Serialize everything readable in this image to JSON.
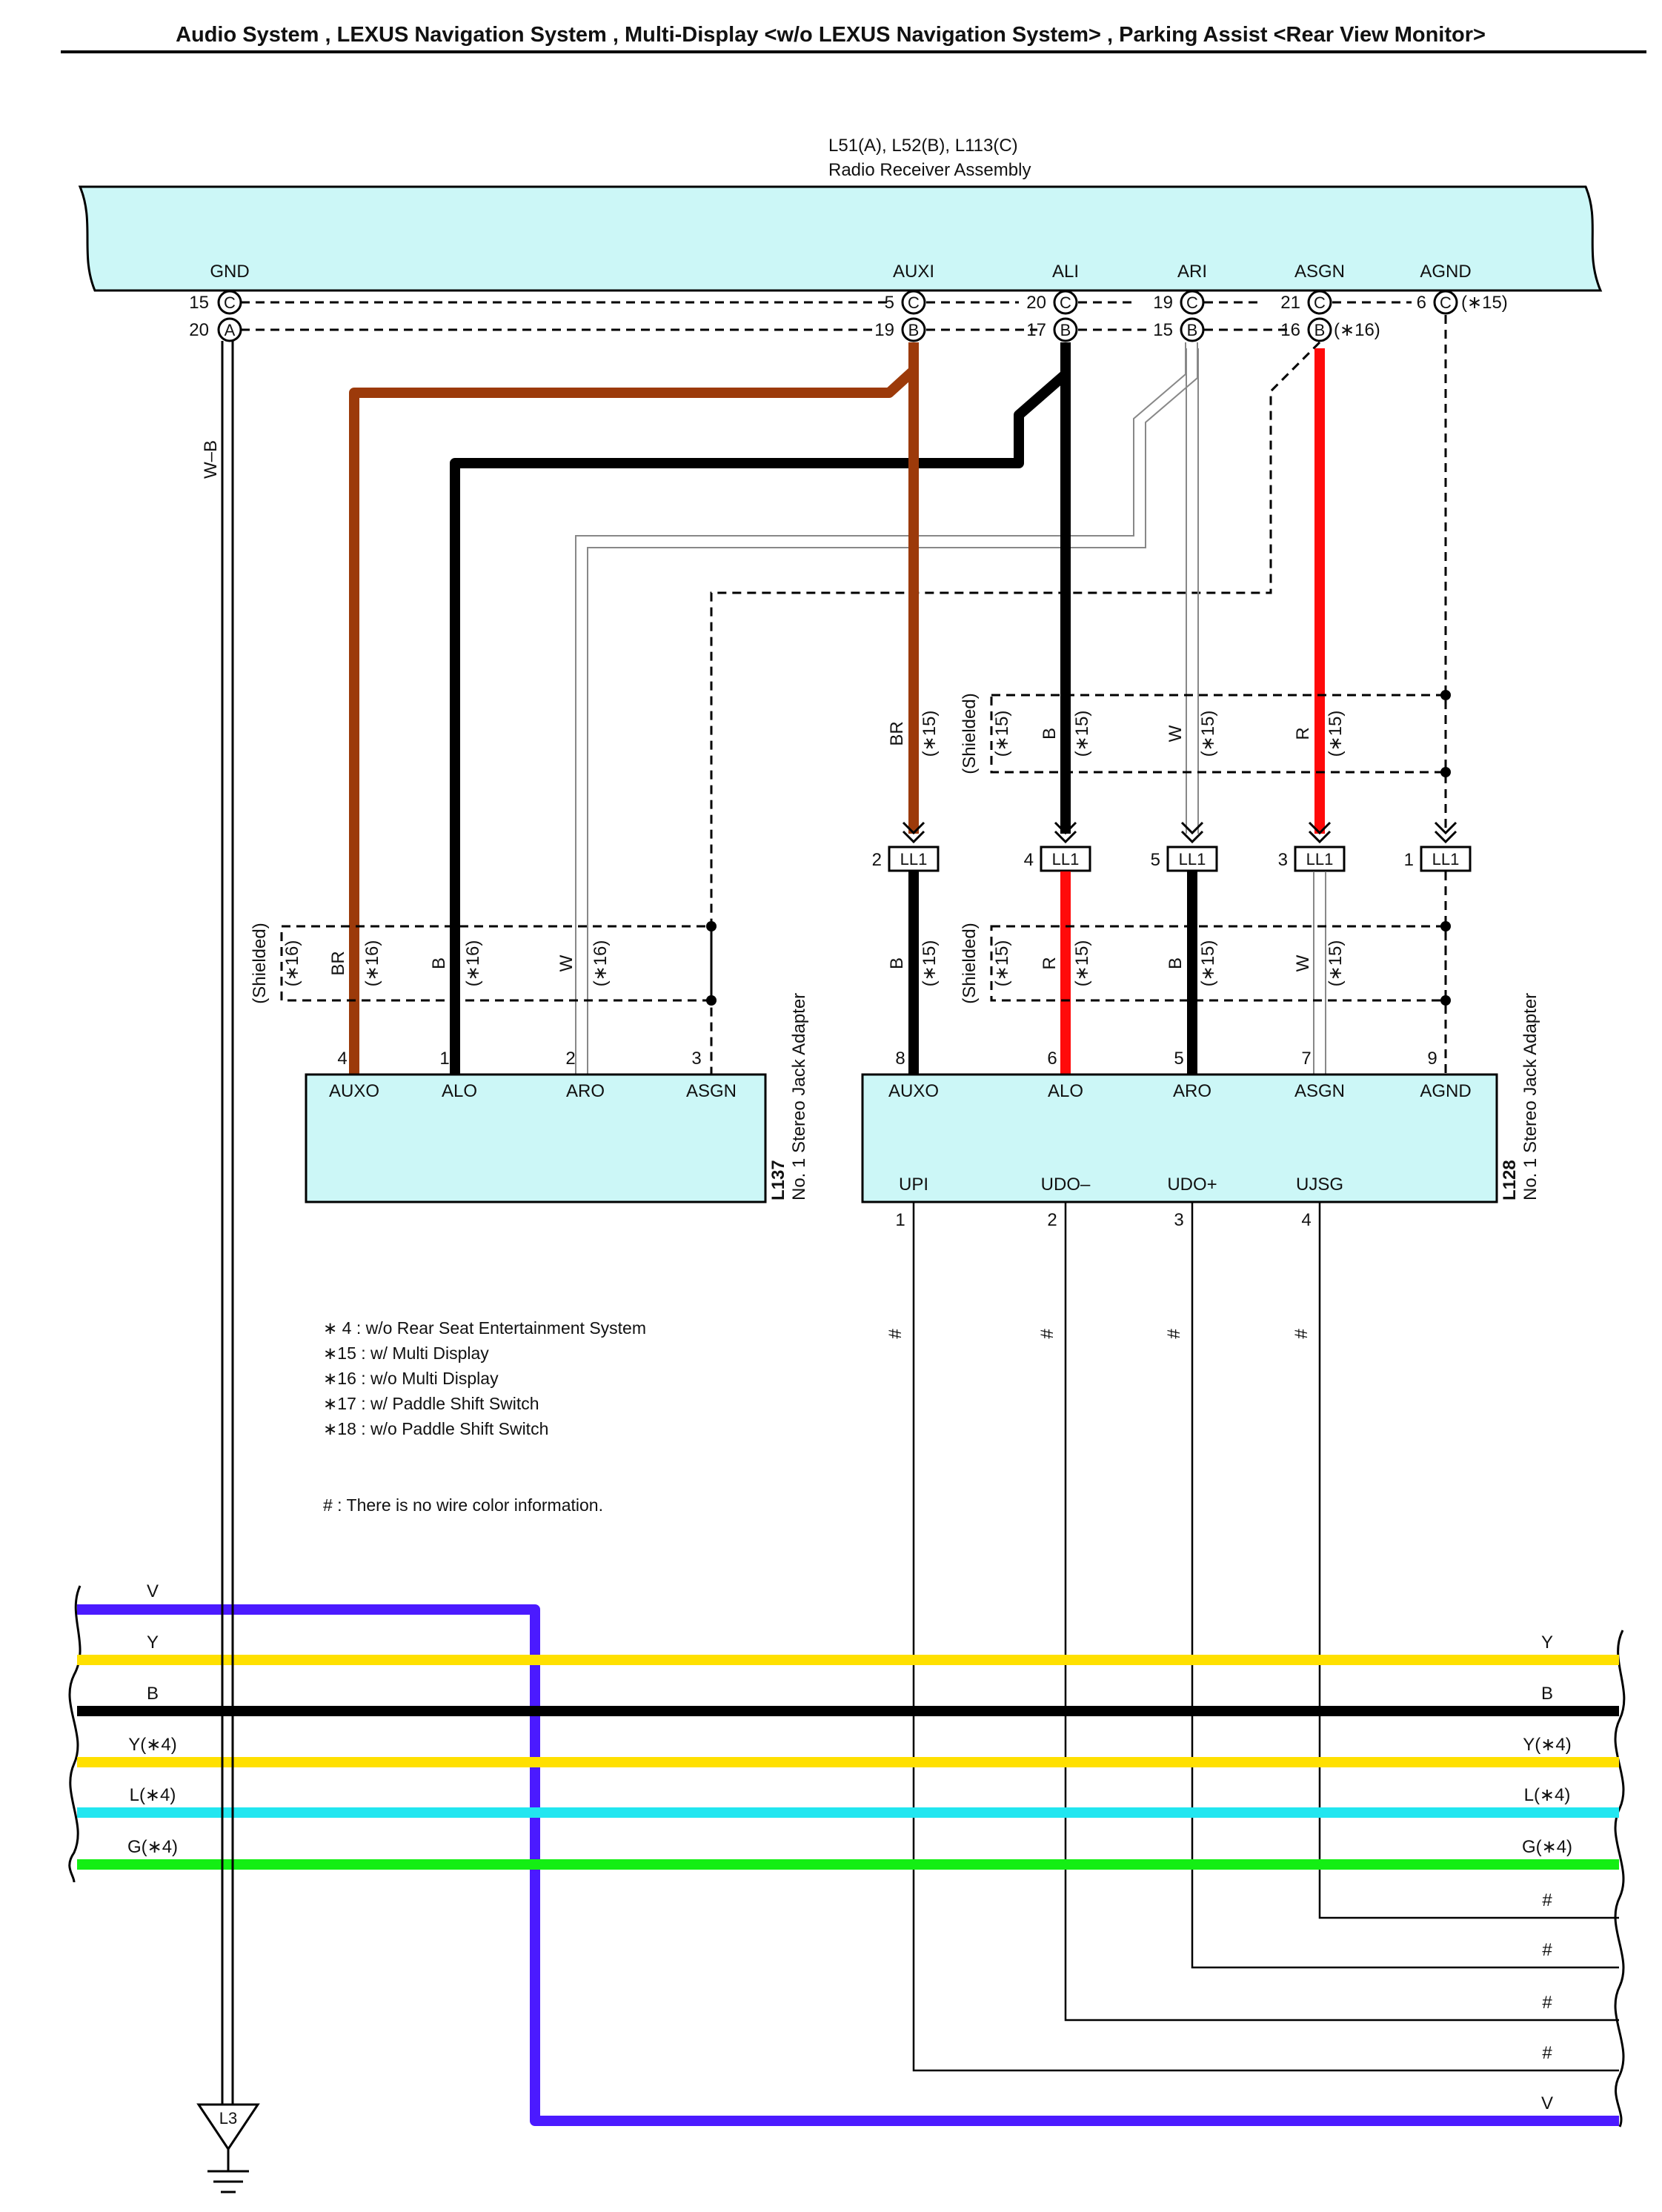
{
  "header": {
    "title": "Audio System , LEXUS Navigation System , Multi-Display <w/o LEXUS Navigation System> , Parking Assist <Rear View Monitor>"
  },
  "radio": {
    "code": "L51(A), L52(B), L113(C)",
    "name": "Radio Receiver Assembly",
    "terminals": [
      {
        "name": "GND",
        "pins": [
          {
            "no": "15",
            "conn": "C"
          },
          {
            "no": "20",
            "conn": "A"
          }
        ]
      },
      {
        "name": "AUXI",
        "pins": [
          {
            "no": "5",
            "conn": "C"
          },
          {
            "no": "19",
            "conn": "B"
          }
        ]
      },
      {
        "name": "ALI",
        "pins": [
          {
            "no": "20",
            "conn": "C"
          },
          {
            "no": "17",
            "conn": "B"
          }
        ]
      },
      {
        "name": "ARI",
        "pins": [
          {
            "no": "19",
            "conn": "C"
          },
          {
            "no": "15",
            "conn": "B"
          }
        ]
      },
      {
        "name": "ASGN",
        "pins": [
          {
            "no": "21",
            "conn": "C"
          },
          {
            "no": "16",
            "conn": "B",
            "note": "(∗16)"
          }
        ]
      },
      {
        "name": "AGND",
        "pins": [
          {
            "no": "6",
            "conn": "C",
            "note": "(∗15)"
          }
        ]
      }
    ]
  },
  "gnd_wire": "W–B",
  "junction": {
    "name": "LL1",
    "pins": [
      "2",
      "4",
      "5",
      "3",
      "1"
    ],
    "upper_wires": [
      {
        "color": "BR",
        "note": "(∗15)"
      },
      {
        "color": "B",
        "note": "(∗15)"
      },
      {
        "color": "W",
        "note": "(∗15)"
      },
      {
        "color": "R",
        "note": "(∗15)"
      }
    ],
    "upper_shield": {
      "label": "(Shielded)",
      "note": "(∗15)"
    },
    "lower_wires": [
      {
        "color": "B",
        "note": "(∗15)"
      },
      {
        "color": "R",
        "note": "(∗15)"
      },
      {
        "color": "B",
        "note": "(∗15)"
      },
      {
        "color": "W",
        "note": "(∗15)"
      }
    ],
    "lower_shield": {
      "label": "(Shielded)",
      "note": "(∗15)"
    }
  },
  "l137": {
    "code": "L137",
    "name": "No. 1 Stereo Jack Adapter",
    "terminals": [
      {
        "name": "AUXO",
        "pin": "4"
      },
      {
        "name": "ALO",
        "pin": "1"
      },
      {
        "name": "ARO",
        "pin": "2"
      },
      {
        "name": "ASGN",
        "pin": "3"
      }
    ],
    "wires": [
      {
        "color": "BR",
        "note": "(∗16)"
      },
      {
        "color": "B",
        "note": "(∗16)"
      },
      {
        "color": "W",
        "note": "(∗16)"
      }
    ],
    "shield": {
      "label": "(Shielded)",
      "note": "(∗16)"
    }
  },
  "l128": {
    "code": "L128",
    "name": "No. 1 Stereo Jack Adapter",
    "top_terminals": [
      {
        "name": "AUXO",
        "pin": "8"
      },
      {
        "name": "ALO",
        "pin": "6"
      },
      {
        "name": "ARO",
        "pin": "5"
      },
      {
        "name": "ASGN",
        "pin": "7"
      },
      {
        "name": "AGND",
        "pin": "9"
      }
    ],
    "bottom_terminals": [
      {
        "name": "UPI",
        "pin": "1"
      },
      {
        "name": "UDO–",
        "pin": "2"
      },
      {
        "name": "UDO+",
        "pin": "3"
      },
      {
        "name": "UJSG",
        "pin": "4"
      }
    ],
    "wire_mark": "#"
  },
  "legend": {
    "notes": [
      "∗ 4 : w/o Rear Seat Entertainment System",
      "∗15 : w/ Multi Display",
      "∗16 : w/o Multi Display",
      "∗17 : w/ Paddle Shift Switch",
      "∗18 : w/o Paddle Shift Switch"
    ],
    "hash_note": "# : There is no wire color information."
  },
  "buses": [
    {
      "left": "V",
      "right": "",
      "color": "#4b1aff"
    },
    {
      "left": "Y",
      "right": "Y",
      "color": "#ffe000"
    },
    {
      "left": "B",
      "right": "B",
      "color": "#000000"
    },
    {
      "left": "Y(∗4)",
      "right": "Y(∗4)",
      "color": "#ffe000"
    },
    {
      "left": "L(∗4)",
      "right": "L(∗4)",
      "color": "#22e6f0"
    },
    {
      "left": "G(∗4)",
      "right": "G(∗4)",
      "color": "#14ee14"
    }
  ],
  "right_labels": [
    "#",
    "#",
    "#",
    "#",
    "V"
  ],
  "ground": {
    "label": "L3"
  },
  "colors": {
    "brown": "#9c3a0a",
    "black": "#000000",
    "red": "#ff0a0a",
    "violet": "#4b1aff",
    "yellow": "#ffe000",
    "cyan": "#22e6f0",
    "green": "#14ee14",
    "fill": "#ccf7f7"
  }
}
